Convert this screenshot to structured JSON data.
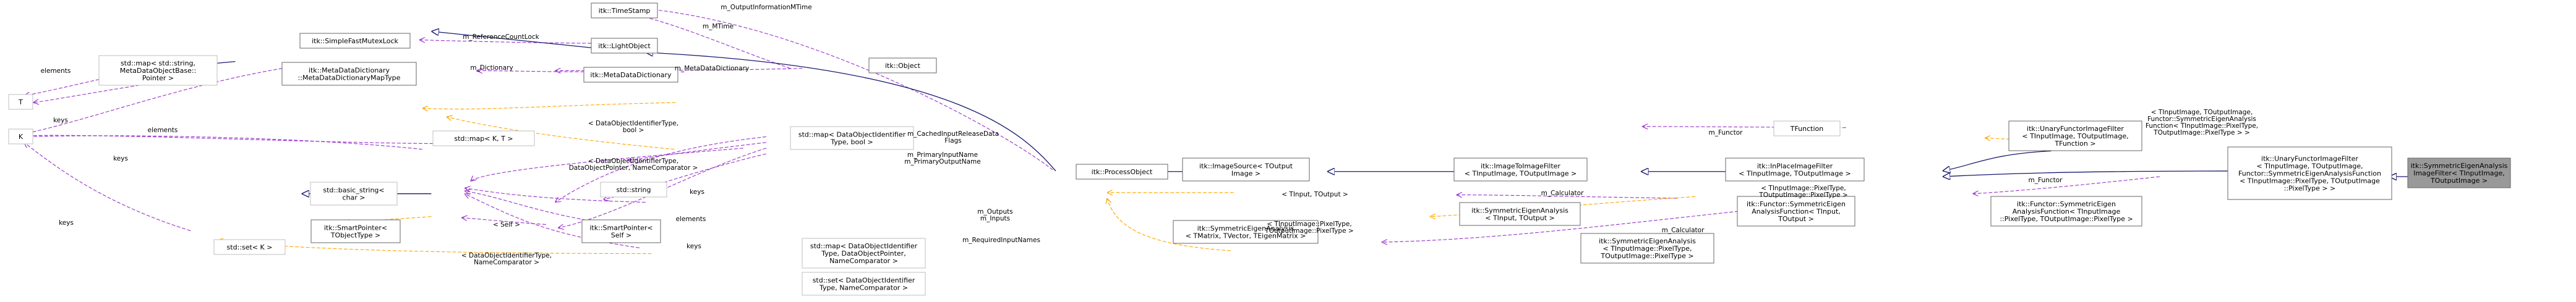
{
  "diagram": {
    "colors": {
      "inheritance": "#191970",
      "usage": "#9a32cd",
      "template": "#ffa500",
      "node_fill": "#ffffff",
      "node_border": "#666666",
      "external_border": "#bfbfbf",
      "focus_fill": "#999999"
    },
    "nodes": {
      "timestamp": [
        "itk::TimeStamp"
      ],
      "lightobject": [
        "itk::LightObject"
      ],
      "simplefastmutexlock": [
        "itk::SimpleFastMutexLock"
      ],
      "metadatadictionary": [
        "itk::MetaDataDictionary"
      ],
      "metadatadictionarymaptype": [
        "itk::MetaDataDictionary",
        "::MetaDataDictionaryMapType"
      ],
      "stdmap_string_meta": [
        "std::map< std::string,",
        "MetaDataObjectBase::",
        "Pointer >"
      ],
      "T": [
        "T"
      ],
      "K": [
        "K"
      ],
      "itkobject": [
        "itk::Object"
      ],
      "stdmap_KT": [
        "std::map< K, T >"
      ],
      "stdmap_bool": [
        "std::map< DataObjectIdentifier",
        "Type, bool >"
      ],
      "basic_string": [
        "std::basic_string<",
        "char >"
      ],
      "stdstring": [
        "std::string"
      ],
      "smartpointer": [
        "itk::SmartPointer<",
        "TObjectType >"
      ],
      "smartpointer_self": [
        "itk::SmartPointer<",
        "Self >"
      ],
      "stdmap_dataobject": [
        "std::map< DataObjectIdentifier",
        "Type, DataObjectPointer,",
        "NameComparator >"
      ],
      "stdset_K": [
        "std::set< K >"
      ],
      "stdset_dataobject": [
        "std::set< DataObjectIdentifier",
        "Type, NameComparator >"
      ],
      "processobject": [
        "itk::ProcessObject"
      ],
      "imagesource": [
        "itk::ImageSource< TOutput",
        "Image >"
      ],
      "symmetriceigenanalysis": [
        "itk::SymmetricEigenAnalysis",
        "< TMatrix, TVector, TEigenMatrix >"
      ],
      "imagetoimagefilter": [
        "itk::ImageToImageFilter",
        "< TInputImage, TOutputImage >"
      ],
      "symeig_tinput": [
        "itk::SymmetricEigenAnalysis",
        "< TInput, TOutput >"
      ],
      "symeig_pixeltype": [
        "itk::SymmetricEigenAnalysis",
        "< TInputImage::PixelType,",
        "TOutputImage::PixelType >"
      ],
      "inplaceimagefilter": [
        "itk::InPlaceImageFilter",
        "< TInputImage, TOutputImage >"
      ],
      "functor_symeig": [
        "itk::Functor::SymmetricEigen",
        "AnalysisFunction< TInput,",
        "TOutput >"
      ],
      "functor_symeig_pixel": [
        "itk::Functor::SymmetricEigen",
        "AnalysisFunction< TInputImage",
        "::PixelType, TOutputImage::PixelType >"
      ],
      "tfunction": [
        "TFunction"
      ],
      "unaryfunctor": [
        "itk::UnaryFunctorImageFilter",
        "< TInputImage, TOutputImage,",
        "TFunction >"
      ],
      "unaryfunctor_symeig": [
        "itk::UnaryFunctorImageFilter",
        "< TInputImage, TOutputImage,",
        "Functor::SymmetricEigenAnalysisFunction",
        "< TInputImage::PixelType, TOutputImage",
        "::PixelType > >"
      ],
      "focus": [
        "itk::SymmetricEigenAnalysis",
        "ImageFilter< TInputImage,",
        "TOutputImage >"
      ]
    },
    "labels": {
      "m_outputinformationmtime": [
        "m_OutputInformationMTime"
      ],
      "m_mtime": [
        "m_MTime"
      ],
      "m_referencecountlock": [
        "m_ReferenceCountLock"
      ],
      "m_dictionary": [
        "m_Dictionary"
      ],
      "m_metadatadictionary": [
        "m_MetaDataDictionary"
      ],
      "elements1": [
        "elements"
      ],
      "elements2": [
        "elements"
      ],
      "elements3": [
        "elements"
      ],
      "keys1": [
        "keys"
      ],
      "keys2": [
        "keys"
      ],
      "keys3": [
        "keys"
      ],
      "keys4": [
        "keys"
      ],
      "keys5": [
        "keys"
      ],
      "dataobjectidbool": [
        "< DataObjectIdentifierType,",
        "bool >"
      ],
      "dataobjectidpointer": [
        "< DataObjectIdentifierType,",
        "DataObjectPointer, NameComparator >"
      ],
      "dataobjectidname": [
        "< DataObjectIdentifierType,",
        "NameComparator >"
      ],
      "self1": [
        "< Self >"
      ],
      "m_cachedinputreleasedataflags": [
        "m_CachedInputReleaseData",
        "Flags"
      ],
      "m_primaryinputname": [
        "m_PrimaryInputName",
        "m_PrimaryOutputName"
      ],
      "m_outputs": [
        "m_Outputs",
        "m_Inputs"
      ],
      "m_requiredinputnames": [
        "m_RequiredInputNames"
      ],
      "tinput_toutput": [
        "< TInput, TOutput >"
      ],
      "tinputimage_pixeltype": [
        "< TInputImage::PixelType,",
        "TOutputImage::PixelType >"
      ],
      "m_calculator1": [
        "m_Calculator"
      ],
      "m_calculator2": [
        "m_Calculator"
      ],
      "tinputimage_pixeltype2": [
        "< TInputImage::PixelType,",
        "TOutputImage::PixelType >"
      ],
      "m_functor1": [
        "m_Functor"
      ],
      "m_functor2": [
        "m_Functor"
      ],
      "template_big": [
        "< TInputImage, TOutputImage,",
        "Functor::SymmetricEigenAnalysis",
        "Function< TInputImage::PixelType,",
        "TOutputImage::PixelType > >"
      ]
    }
  }
}
